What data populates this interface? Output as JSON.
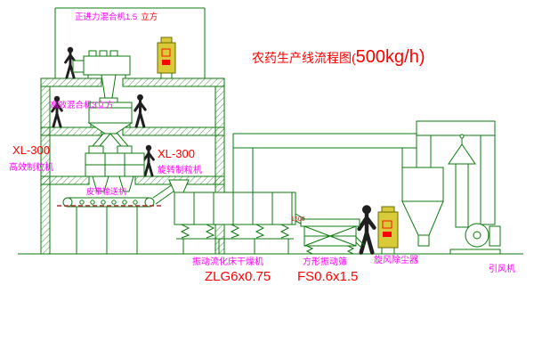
{
  "title": {
    "prefix": "农药生产线流程图(",
    "capacity": "500kg/h)"
  },
  "labels": {
    "mixer1_name": "正进力混合机1.5",
    "mixer1_unit": "立方",
    "mixer2": "高效混合机3立方",
    "granulator_left_model": "XL-300",
    "granulator_left_name": "高效制粒机",
    "granulator_center_model": "XL-300",
    "granulator_center_name": "旋转制粒机",
    "conveyor": "皮带输送机",
    "dryer_name": "振动流化床干燥机",
    "dryer_model": "ZLG6x0.75",
    "screen_name": "方形振动筛",
    "screen_model": "FS0.6x1.5",
    "cyclone": "旋风除尘器",
    "fan": "引风机",
    "dryer_outlet_size": "1500"
  },
  "colors": {
    "line": "#0c7b0c",
    "label": "#ff00ff",
    "accent": "#ff0000",
    "cabinet": "#d9ca39",
    "figure": "#1f1f1f",
    "belt": "#a03232"
  }
}
